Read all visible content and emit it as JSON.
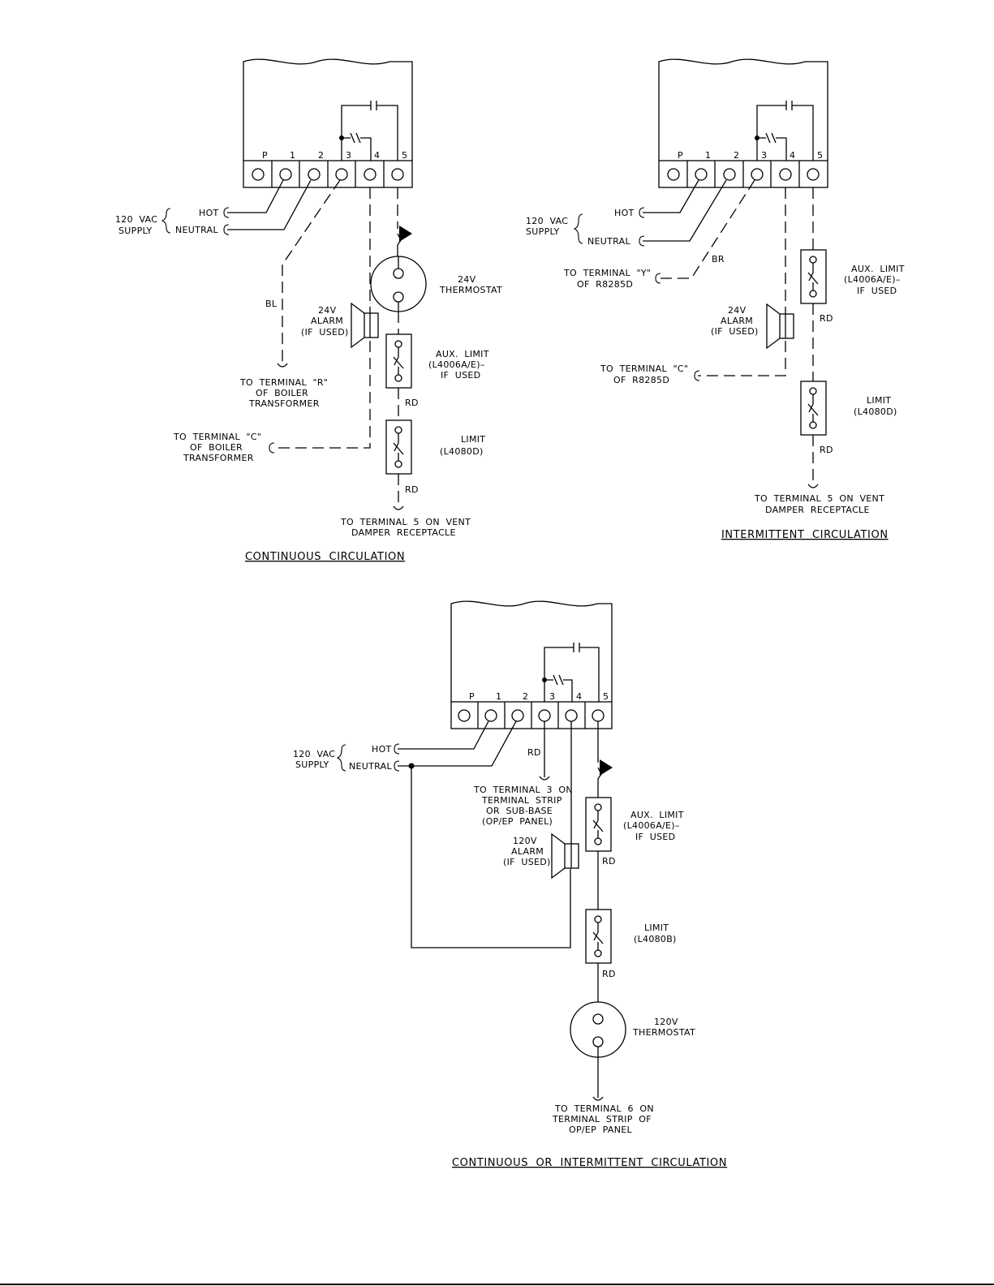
{
  "terminal_labels": [
    "P",
    "1",
    "2",
    "3",
    "4",
    "5"
  ],
  "diagram_a": {
    "title": "CONTINUOUS  CIRCULATION",
    "supply_label": [
      "120  VAC",
      "SUPPLY"
    ],
    "hot_label": "HOT",
    "neutral_label": "NEUTRAL",
    "bl_label": "BL",
    "alarm_label": [
      "24V",
      "ALARM",
      "(IF  USED)"
    ],
    "thermostat_label": [
      "24V",
      "THERMOSTAT"
    ],
    "aux_limit_label": [
      "AUX.  LIMIT",
      "(L4006A/E)–",
      "IF  USED"
    ],
    "limit_label": [
      "LIMIT",
      "(L4080D)"
    ],
    "rd_label": "RD",
    "to_r_label": [
      "TO  TERMINAL  \"R\"",
      "OF  BOILER",
      "TRANSFORMER"
    ],
    "to_c_label": [
      "TO  TERMINAL  \"C\"",
      "OF  BOILER",
      "TRANSFORMER"
    ],
    "to_vent_label": [
      "TO  TERMINAL  5  ON  VENT",
      "DAMPER  RECEPTACLE"
    ]
  },
  "diagram_b": {
    "title": "INTERMITTENT  CIRCULATION",
    "supply_label": [
      "120  VAC",
      "SUPPLY"
    ],
    "hot_label": "HOT",
    "neutral_label": "NEUTRAL",
    "br_label": "BR",
    "to_y_label": [
      "TO  TERMINAL  \"Y\"",
      "OF  R8285D"
    ],
    "aux_limit_label": [
      "AUX.  LIMIT",
      "(L4006A/E)–",
      "IF  USED"
    ],
    "alarm_label": [
      "24V",
      "ALARM",
      "(IF  USED)"
    ],
    "rd_label": "RD",
    "to_c_label": [
      "TO  TERMINAL  \"C\"",
      "OF  R8285D"
    ],
    "limit_label": [
      "LIMIT",
      "(L4080D)"
    ],
    "to_vent_label": [
      "TO  TERMINAL  5  ON  VENT",
      "DAMPER  RECEPTACLE"
    ]
  },
  "diagram_c": {
    "title": "CONTINUOUS  OR  INTERMITTENT  CIRCULATION",
    "supply_label": [
      "120  VAC",
      "SUPPLY"
    ],
    "hot_label": "HOT",
    "neutral_label": "NEUTRAL",
    "rd_label": "RD",
    "to_t3_label": [
      "TO  TERMINAL  3  ON",
      "TERMINAL  STRIP",
      "OR  SUB-BASE",
      "(OP/EP  PANEL)"
    ],
    "alarm_label": [
      "120V",
      "ALARM",
      "(IF  USED)"
    ],
    "aux_limit_label": [
      "AUX.  LIMIT",
      "(L4006A/E)–",
      "IF  USED"
    ],
    "limit_label": [
      "LIMIT",
      "(L4080B)"
    ],
    "thermostat_label": [
      "120V",
      "THERMOSTAT"
    ],
    "to_t6_label": [
      "TO  TERMINAL  6  ON",
      "TERMINAL  STRIP  OF",
      "OP/EP  PANEL"
    ]
  }
}
